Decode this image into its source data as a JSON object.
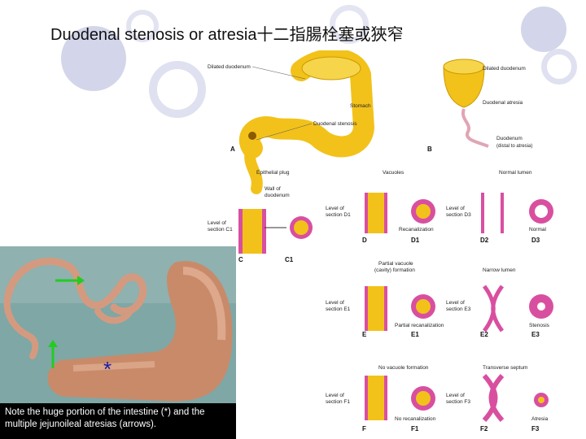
{
  "slide": {
    "title": "Duodenal stenosis or atresia十二指腸栓塞或狹窄"
  },
  "figure": {
    "panel_a": {
      "letter": "A",
      "dilated_duodenum": "Dilated duodenum",
      "stomach": "Stomach",
      "duodenal_stenosis": "Duodenal stenosis"
    },
    "panel_b": {
      "letter": "B",
      "dilated_duodenum": "Dilated duodenum",
      "duodenal_atresia": "Duodenal atresia",
      "duodenum_line1": "Duodenum",
      "duodenum_line2": "(distal to atresia)"
    },
    "panel_c": {
      "epithelial_plug": "Epithelial plug",
      "wall_line1": "Wall of",
      "wall_line2": "duodenum",
      "level_line1": "Level of",
      "level_line2": "section C1",
      "letter": "C",
      "letter_sub": "C1"
    },
    "panel_d": {
      "vacuoles": "Vacuoles",
      "normal_lumen": "Normal lumen",
      "level_d1_line1": "Level of",
      "level_d1_line2": "section D1",
      "level_d3_line1": "Level of",
      "level_d3_line2": "section D3",
      "recanalization": "Recanalization",
      "normal": "Normal",
      "letters": [
        "D",
        "D1",
        "D2",
        "D3"
      ]
    },
    "panel_e": {
      "partial_vacuole_line1": "Partial vacuole",
      "partial_vacuole_line2": "(cavity) formation",
      "narrow_lumen": "Narrow lumen",
      "level_e1_line1": "Level of",
      "level_e1_line2": "section E1",
      "level_e3_line1": "Level of",
      "level_e3_line2": "section E3",
      "partial_recanalization": "Partial recanalization",
      "stenosis": "Stenosis",
      "letters": [
        "E",
        "E1",
        "E2",
        "E3"
      ]
    },
    "panel_f": {
      "no_vacuole": "No vacuole formation",
      "transverse_septum": "Transverse septum",
      "level_f1_line1": "Level of",
      "level_f1_line2": "section F1",
      "level_f3_line1": "Level of",
      "level_f3_line2": "section F3",
      "no_recanalization": "No recanalization",
      "atresia": "Atresia",
      "letters": [
        "F",
        "F1",
        "F2",
        "F3"
      ]
    }
  },
  "photo": {
    "caption": "Note the huge portion of the intestine (*) and the multiple jejunoileal atresias (arrows).",
    "asterisk": "*"
  },
  "colors": {
    "decor_circle": "#c9cbe6",
    "duodenum_yellow": "#f2c21b",
    "wall_magenta": "#d94fa0",
    "arrow_green": "#22cc22",
    "photo_bg": "#7fa7a6"
  }
}
